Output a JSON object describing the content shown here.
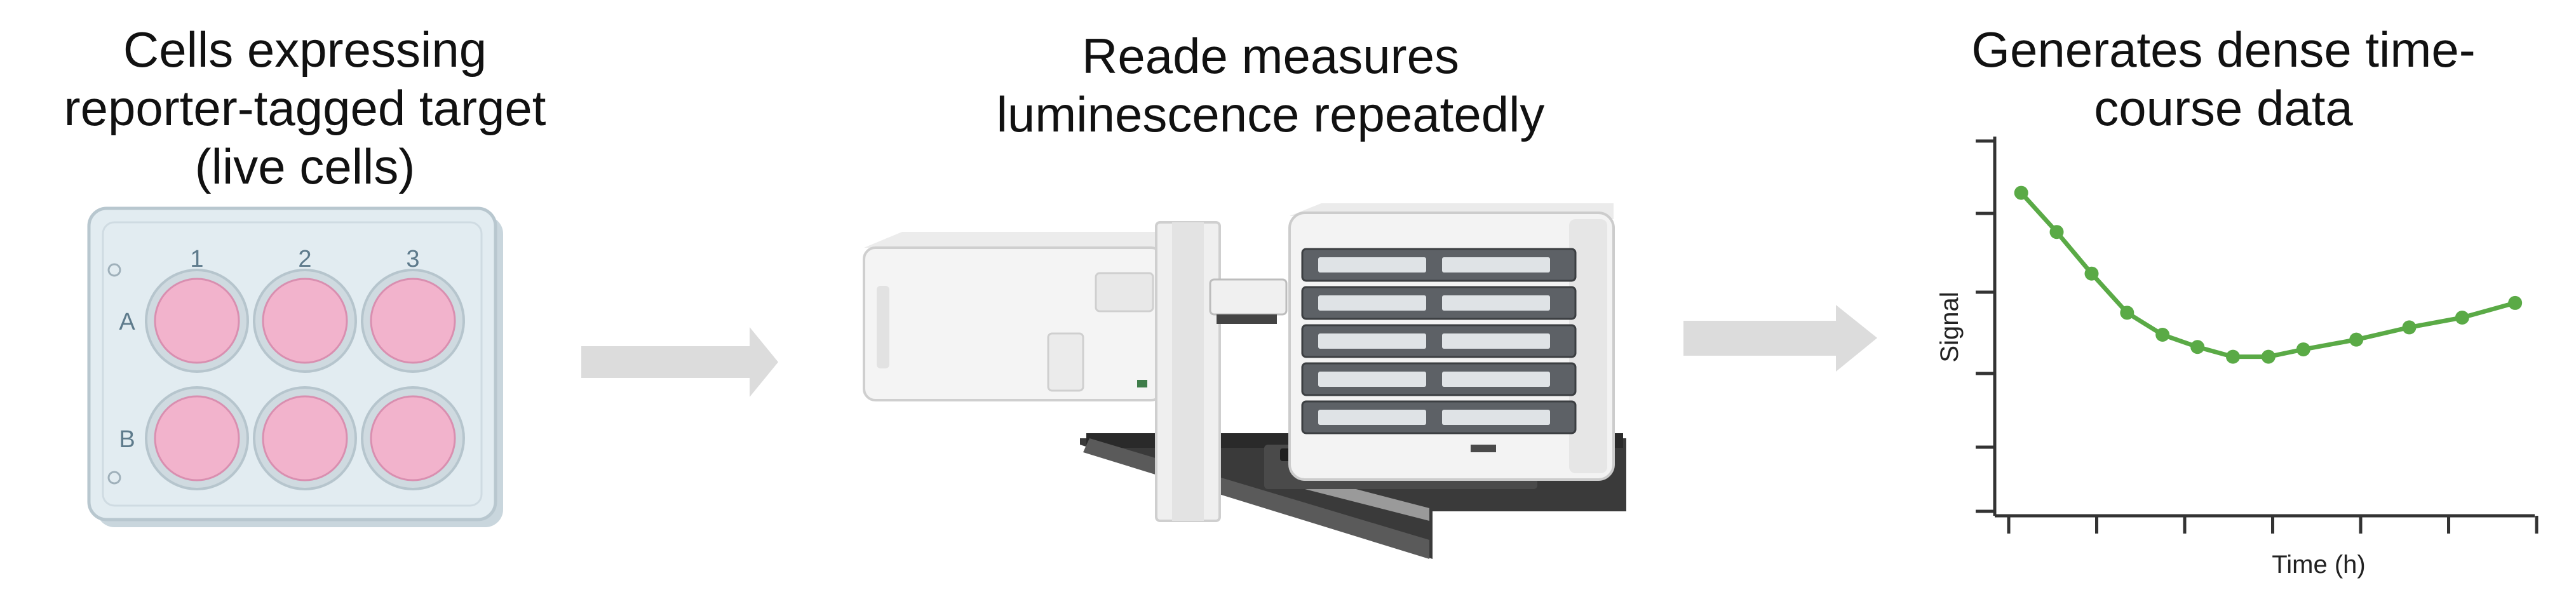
{
  "panels": [
    {
      "title": "Cells expressing\nreporter-tagged target\n(live cells)"
    },
    {
      "title": "Reade measures\nluminescence repeatedly"
    },
    {
      "title": "Generates dense time-\ncourse data"
    }
  ],
  "plate": {
    "columns": [
      "1",
      "2",
      "3"
    ],
    "rows": [
      "A",
      "B"
    ],
    "well_color": "#f2b3cc"
  },
  "colors": {
    "arrow": "#dcdcdc",
    "curve": "#5aaa46",
    "plate_bg": "#e2ecf1"
  },
  "chart_data": {
    "type": "line",
    "xlabel": "Time (h)",
    "ylabel": "Signal",
    "x": [
      0,
      0.67,
      1.33,
      2,
      2.67,
      3.33,
      4,
      4.67,
      5.33,
      6.33,
      7.33,
      8.33,
      9.33
    ],
    "y": [
      0.82,
      0.66,
      0.49,
      0.33,
      0.24,
      0.19,
      0.15,
      0.15,
      0.18,
      0.22,
      0.27,
      0.31,
      0.37
    ],
    "xlim": [
      -0.5,
      9.7
    ],
    "ylim": [
      -0.5,
      1.05
    ],
    "grid": false
  }
}
